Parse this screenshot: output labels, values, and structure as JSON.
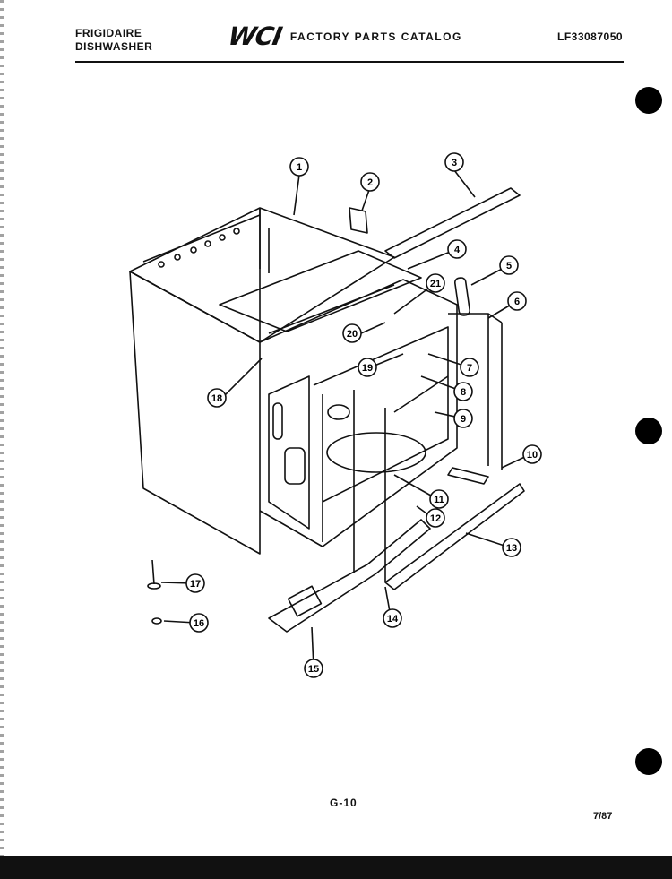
{
  "header": {
    "brand": "FRIGIDAIRE",
    "product": "DISHWASHER",
    "logo": "WCI",
    "catalog_title": "FACTORY PARTS CATALOG",
    "model_number": "LF33087050"
  },
  "footer": {
    "page_number": "G-10",
    "date": "7/87"
  },
  "callouts": [
    "1",
    "2",
    "3",
    "4",
    "5",
    "21",
    "6",
    "20",
    "19",
    "7",
    "18",
    "8",
    "9",
    "10",
    "11",
    "12",
    "13",
    "17",
    "16",
    "14",
    "15"
  ]
}
